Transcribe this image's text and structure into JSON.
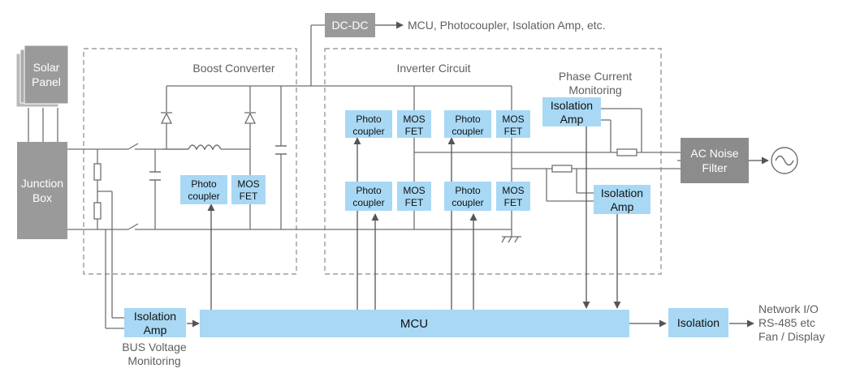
{
  "title": "",
  "colors": {
    "line": "#6f6f6f",
    "dashed": "#8a8a8a",
    "block_gray": "#9a9a9a",
    "block_gray_dark": "#8c8c8c",
    "block_blue": "#a8d8f4",
    "text_gray": "#5f5f5f"
  },
  "blocks": {
    "solar_panel": [
      "Solar",
      "Panel"
    ],
    "junction_box": [
      "Junction",
      "Box"
    ],
    "dcdc": "DC-DC",
    "dcdc_output": "MCU, Photocoupler, Isolation Amp, etc.",
    "ac_noise_filter": [
      "AC Noise",
      "Filter"
    ],
    "mcu": "MCU",
    "isolation": "Isolation",
    "isolation_amp": [
      "Isolation",
      "Amp"
    ],
    "photocoupler": [
      "Photo",
      "coupler"
    ],
    "mosfet": [
      "MOS",
      "FET"
    ]
  },
  "labels": {
    "boost_converter": "Boost Converter",
    "inverter_circuit": "Inverter Circuit",
    "phase_current_monitoring": [
      "Phase Current",
      "Monitoring"
    ],
    "bus_voltage_monitoring": [
      "BUS Voltage",
      "Monitoring"
    ],
    "network_io": [
      "Network I/O",
      "RS-485 etc",
      "Fan / Display"
    ]
  },
  "icons": {
    "ac_source": "ac-sine-source-icon",
    "ground": "ground-icon",
    "diode": "diode-icon",
    "inductor": "inductor-icon",
    "capacitor": "capacitor-icon",
    "resistor": "resistor-icon",
    "switch": "switch-icon"
  }
}
